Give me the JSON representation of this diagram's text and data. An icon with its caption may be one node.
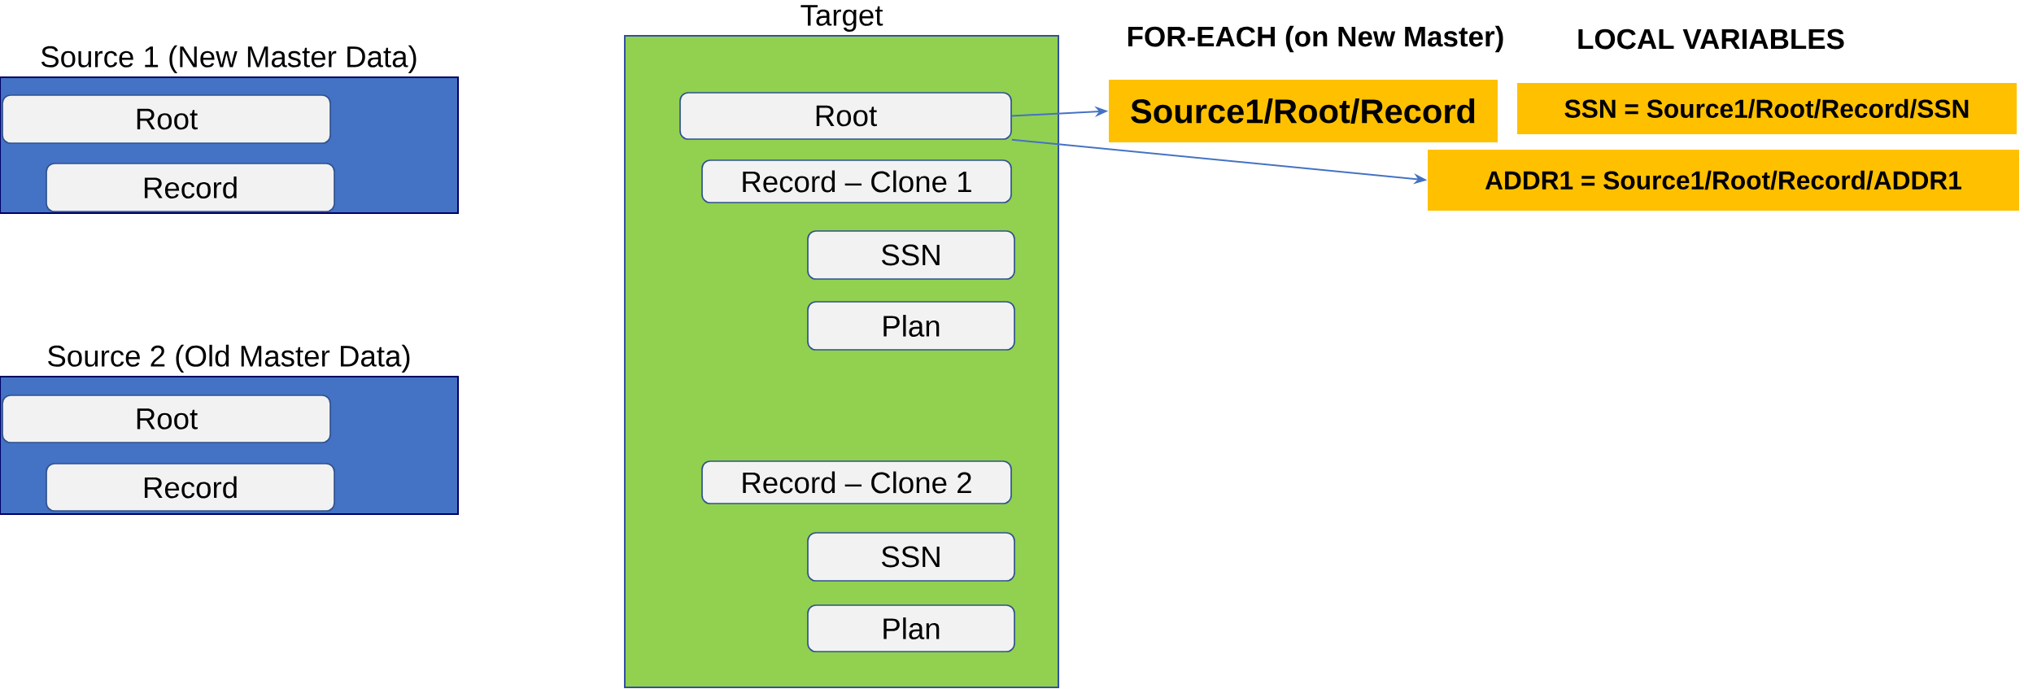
{
  "diagram": {
    "nodes": [
      {
        "text": [
          "Source 1 (New Master Data)"
        ]
      },
      {
        "text": [
          "Root"
        ],
        "in": 0
      },
      {
        "text": [
          "Record"
        ],
        "in": 0
      },
      {
        "text": [
          "Source 2 (Old Master Data)"
        ]
      },
      {
        "text": [
          "Root"
        ],
        "in": 3
      },
      {
        "text": [
          "Record"
        ],
        "in": 3
      },
      {
        "text": [
          "Target"
        ]
      },
      {
        "text": [
          "Root"
        ],
        "in": 6
      },
      {
        "text": [
          "Record – Clone 1"
        ],
        "in": 6
      },
      {
        "text": [
          "SSN"
        ],
        "in": 6
      },
      {
        "text": [
          "Plan"
        ],
        "in": 6
      },
      {
        "text": [
          "Record – Clone 2"
        ],
        "in": 6
      },
      {
        "text": [
          "SSN"
        ],
        "in": 6
      },
      {
        "text": [
          "Plan"
        ],
        "in": 6
      },
      {
        "text": [
          "Source1/Root/Record"
        ]
      },
      {
        "text": [
          "SSN = Source1/Root/Record/SSN"
        ]
      },
      {
        "text": [
          "ADDR1 = Source1/Root/Record/ADDR1"
        ]
      }
    ],
    "edges": [
      {
        "from": 7,
        "to": 14,
        "arrow": "to"
      },
      {
        "from": 7,
        "to": 16,
        "arrow": "to"
      }
    ],
    "labels": [
      "FOR-EACH (on New Master)",
      "LOCAL VARIABLES"
    ]
  }
}
